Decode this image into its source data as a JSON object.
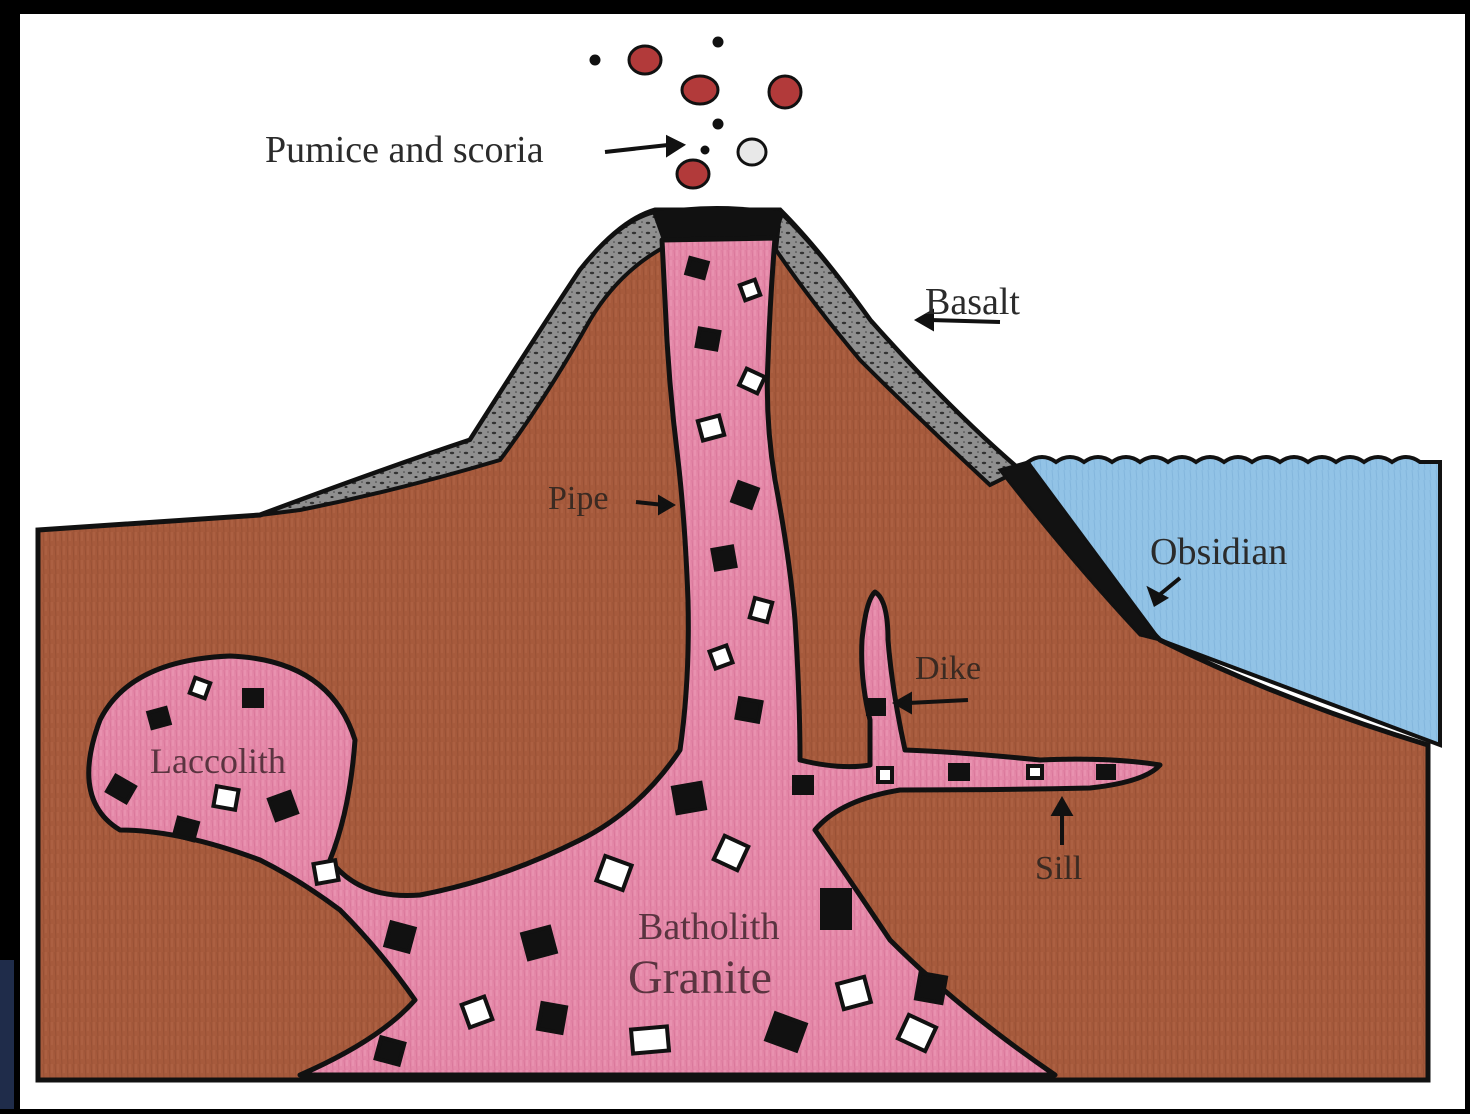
{
  "diagram": {
    "labels": {
      "pumice": "Pumice and scoria",
      "basalt": "Basalt",
      "obsidian": "Obsidian",
      "pipe": "Pipe",
      "dike": "Dike",
      "sill": "Sill",
      "laccolith": "Laccolith",
      "batholith": "Batholith",
      "granite": "Granite"
    },
    "colors": {
      "background_frame": "#000000",
      "paper": "#ffffff",
      "crust_brown": "#a65a3c",
      "magma_pink": "#df7fa0",
      "basalt_gray": "#8d8d8d",
      "obsidian_black": "#111111",
      "water_blue": "#8fc0e3",
      "ink": "#111111"
    }
  }
}
